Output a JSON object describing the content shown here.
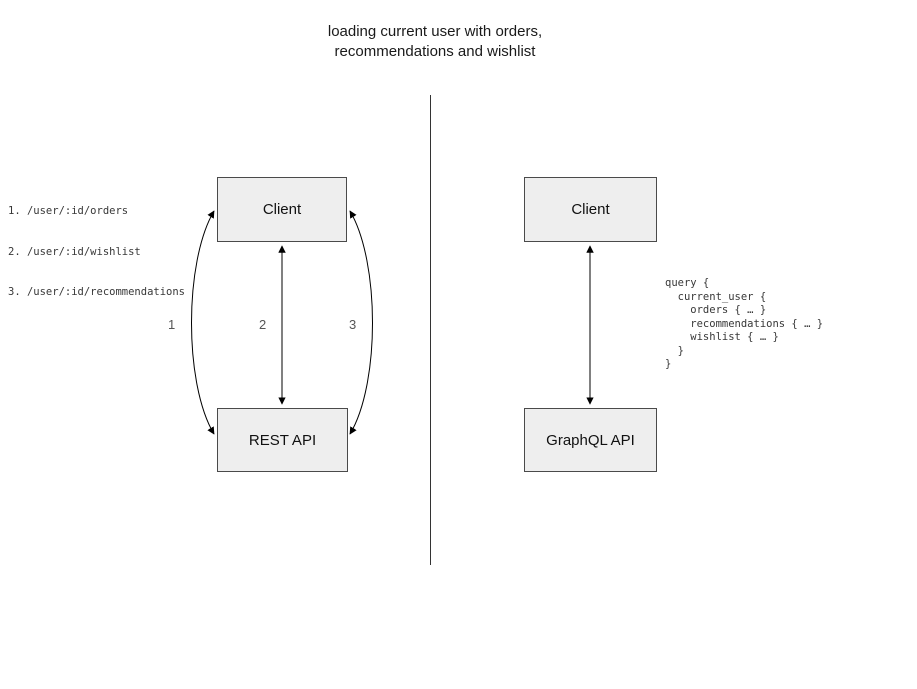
{
  "title": {
    "line1": "loading current user with orders,",
    "line2": "recommendations and wishlist"
  },
  "rest": {
    "client_label": "Client",
    "api_label": "REST API",
    "endpoints": [
      "1. /user/:id/orders",
      "2. /user/:id/wishlist",
      "3. /user/:id/recommendations"
    ],
    "arrow_labels": [
      "1",
      "2",
      "3"
    ]
  },
  "graphql": {
    "client_label": "Client",
    "api_label": "GraphQL API",
    "query": "query {\n  current_user {\n    orders { … }\n    recommendations { … }\n    wishlist { … }\n  }\n}"
  },
  "colors": {
    "box_fill": "#eeeeee",
    "box_border": "#4a4a4a",
    "connector": "#000000",
    "divider": "#333333",
    "code_text": "#383838"
  }
}
